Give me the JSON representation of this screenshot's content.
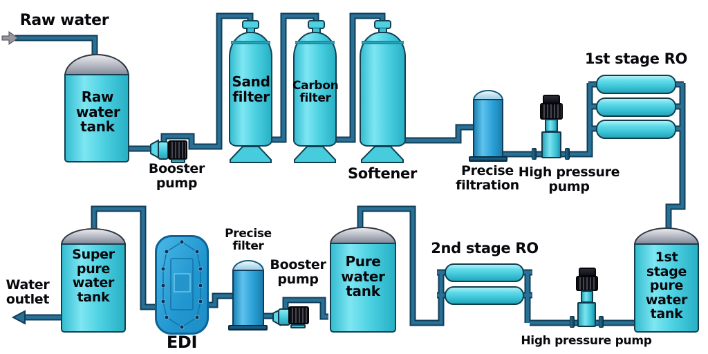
{
  "diagram": {
    "type": "water-treatment-process-flow",
    "colors": {
      "vessel_cyan": "#4bd0e1",
      "unit_blue": "#2da2d8",
      "dome_gray": "#b0b4bf",
      "pipe_fill": "#2a6f96",
      "pipe_outline": "#0f3e57",
      "motor_black": "#14141c",
      "label_text": "#07070c",
      "background": "#ffffff"
    },
    "equipment": {
      "raw_water_inlet": {
        "label": "Raw water"
      },
      "raw_water_tank": {
        "label": "Raw water tank"
      },
      "booster_pump_1": {
        "label": "Booster pump"
      },
      "sand_filter": {
        "label": "Sand filter"
      },
      "carbon_filter": {
        "label": "Carbon filter"
      },
      "softener": {
        "label": "Softener"
      },
      "precise_filtration": {
        "label": "Precise filtration"
      },
      "high_pressure_pump_1": {
        "label": "High pressure pump"
      },
      "first_stage_ro": {
        "label": "1st stage RO"
      },
      "first_stage_pure_water_tank": {
        "label": "1st stage pure water tank"
      },
      "high_pressure_pump_2": {
        "label": "High pressure pump"
      },
      "second_stage_ro": {
        "label": "2nd stage RO"
      },
      "pure_water_tank": {
        "label": "Pure water tank"
      },
      "booster_pump_2": {
        "label": "Booster pump"
      },
      "precise_filter": {
        "label": "Precise filter"
      },
      "edi_unit": {
        "label": "EDI"
      },
      "super_pure_water_tank": {
        "label": "Super pure water tank"
      },
      "water_outlet": {
        "label": "Water outlet"
      }
    }
  }
}
